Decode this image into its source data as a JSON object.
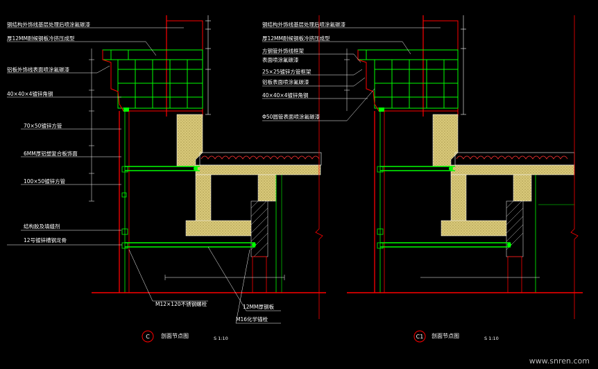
{
  "left": {
    "labels": [
      "钢结构外饰线基层处理后喷涂氟碳漆",
      "厚12MM耐候钢板冷挤压成型",
      "铝板外饰线表面喷涂氟碳漆",
      "40×40×4镀锌角钢",
      "70×50镀锌方管",
      "6MM厚铝塑复合板饰面",
      "100×50镀锌方管",
      "结构胶及填缝剂",
      "12号镀锌槽钢龙骨"
    ],
    "bottom_labels": [
      "M12×120不锈钢螺栓",
      "12MM厚钢板",
      "M16化学锚栓"
    ],
    "symbol": "C",
    "title": "剖面节点图",
    "scale": "S 1:10"
  },
  "right": {
    "labels": [
      "钢结构外饰线基层处理后喷涂氟碳漆",
      "厚12MM耐候钢板冷挤压成型",
      "方钢管外饰线框架",
      "表面喷涂氟碳漆",
      "25×25镀锌方管框架",
      "铝板表面喷涂氟碳漆",
      "40×40×4镀锌角钢",
      "Φ50圆管表面喷涂氟碳漆"
    ],
    "symbol": "C1",
    "title": "剖面节点图",
    "scale": "S 1:10"
  },
  "watermark": "www.snren.com",
  "colors": {
    "structure": "#ff0000",
    "framing": "#00ff00",
    "concrete": "#d4c36a",
    "leader": "#ffffff",
    "insulation": "#ff3333"
  }
}
